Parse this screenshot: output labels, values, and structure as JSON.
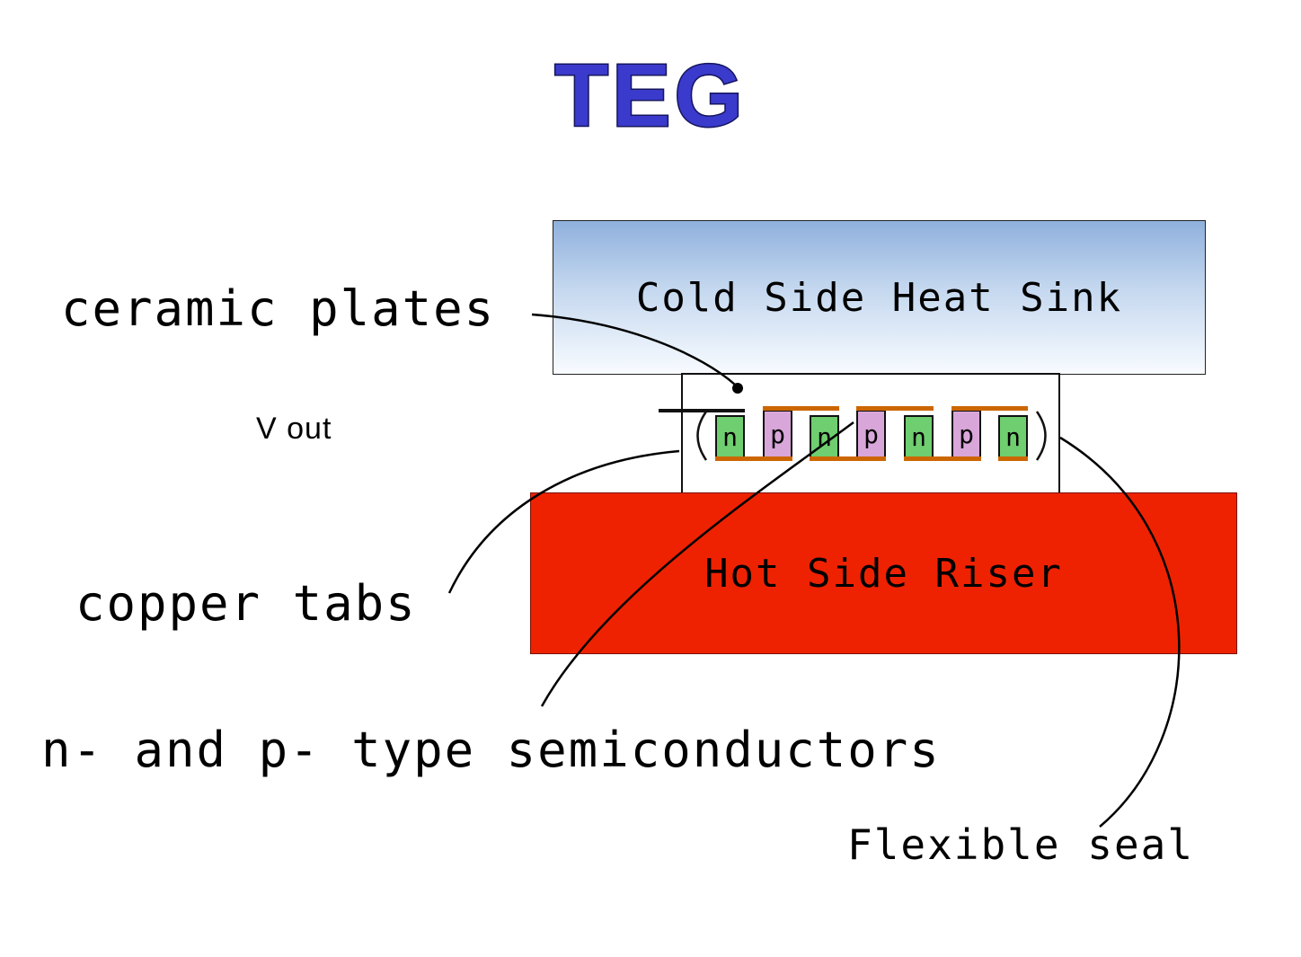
{
  "title": "TEG",
  "colors": {
    "title_blue": "#3a3acc",
    "title_outline": "#15155e",
    "cold_gradient_top": "#8fb0dd",
    "cold_gradient_bottom": "#f8fbff",
    "hot_red": "#ee2200",
    "n_type_green": "#6fce6f",
    "p_type_purple": "#d9a6d9",
    "copper_tab_orange": "#cc6600"
  },
  "diagram": {
    "cold_side_label": "Cold Side Heat Sink",
    "hot_side_label": "Hot Side Riser",
    "blocks": [
      {
        "label": "n",
        "type": "n"
      },
      {
        "label": "p",
        "type": "p"
      },
      {
        "label": "n",
        "type": "n"
      },
      {
        "label": "p",
        "type": "p"
      },
      {
        "label": "n",
        "type": "n"
      },
      {
        "label": "p",
        "type": "p"
      },
      {
        "label": "n",
        "type": "n"
      }
    ]
  },
  "labels": {
    "ceramic_plates": "ceramic plates",
    "v_out": "V out",
    "copper_tabs": "copper tabs",
    "semiconductors": "n- and p- type semiconductors",
    "flexible_seal": "Flexible seal"
  }
}
